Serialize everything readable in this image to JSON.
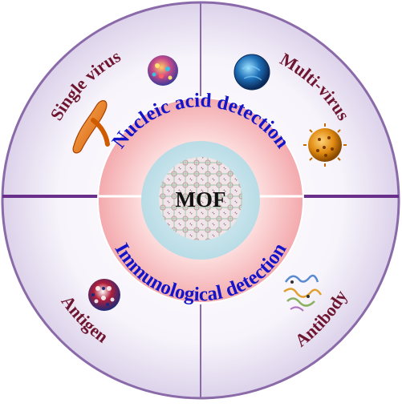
{
  "center": {
    "label": "MOF"
  },
  "inner_ring": {
    "top_label": "Nucleic acid detection",
    "bottom_label": "Immunological detection",
    "text_color": "#1414c8",
    "fill_color": "#f4b3b6"
  },
  "outer_ring": {
    "fill_color": "#ddd6ec",
    "stroke_color": "#8a6aa8",
    "text_color": "#6e1530",
    "quadrants": [
      {
        "label": "Single virus",
        "position": "top-left",
        "icon": "rod-bacterium-icon"
      },
      {
        "label": "Multi-virus",
        "position": "top-right",
        "icon": "virus-particles-icon"
      },
      {
        "label": "Antigen",
        "position": "bottom-left",
        "icon": "antigen-particle-icon"
      },
      {
        "label": "Antibody",
        "position": "bottom-right",
        "icon": "antibody-protein-icon"
      }
    ]
  },
  "divider_color": "#6a2f8a",
  "core_color": "#cfe8ee"
}
